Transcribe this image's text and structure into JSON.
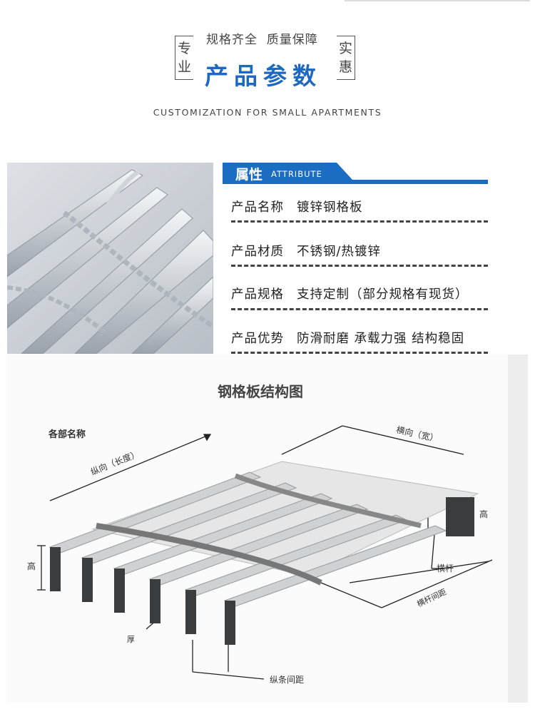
{
  "header": {
    "left_tag": [
      "专",
      "业"
    ],
    "right_tag": [
      "实",
      "惠"
    ],
    "subtitle": "规格齐全  质量保障",
    "title": "产品参数",
    "english": "CUSTOMIZATION FOR SMALL APARTMENTS"
  },
  "attribute": {
    "heading_cn": "属性",
    "heading_en": "ATTRIBUTE",
    "accent": "#1a6dc2",
    "rows": [
      {
        "label": "产品名称",
        "value": "镀锌钢格板"
      },
      {
        "label": "产品材质",
        "value": "不锈钢/热镀锌"
      },
      {
        "label": "产品规格",
        "value": "支持定制（部分规格有现货）"
      },
      {
        "label": "产品优势",
        "value": "防滑耐磨 承载力强 结构稳固"
      }
    ]
  },
  "diagram": {
    "title": "钢格板结构图",
    "parts_label": "各部名称",
    "length": "纵向（长度）",
    "width": "横向（宽）",
    "height_left": "高",
    "height_right": "高",
    "crossbar": "横杆",
    "crossbar_spacing": "横杆间距",
    "thickness": "厚",
    "bar_spacing": "纵条间距"
  }
}
